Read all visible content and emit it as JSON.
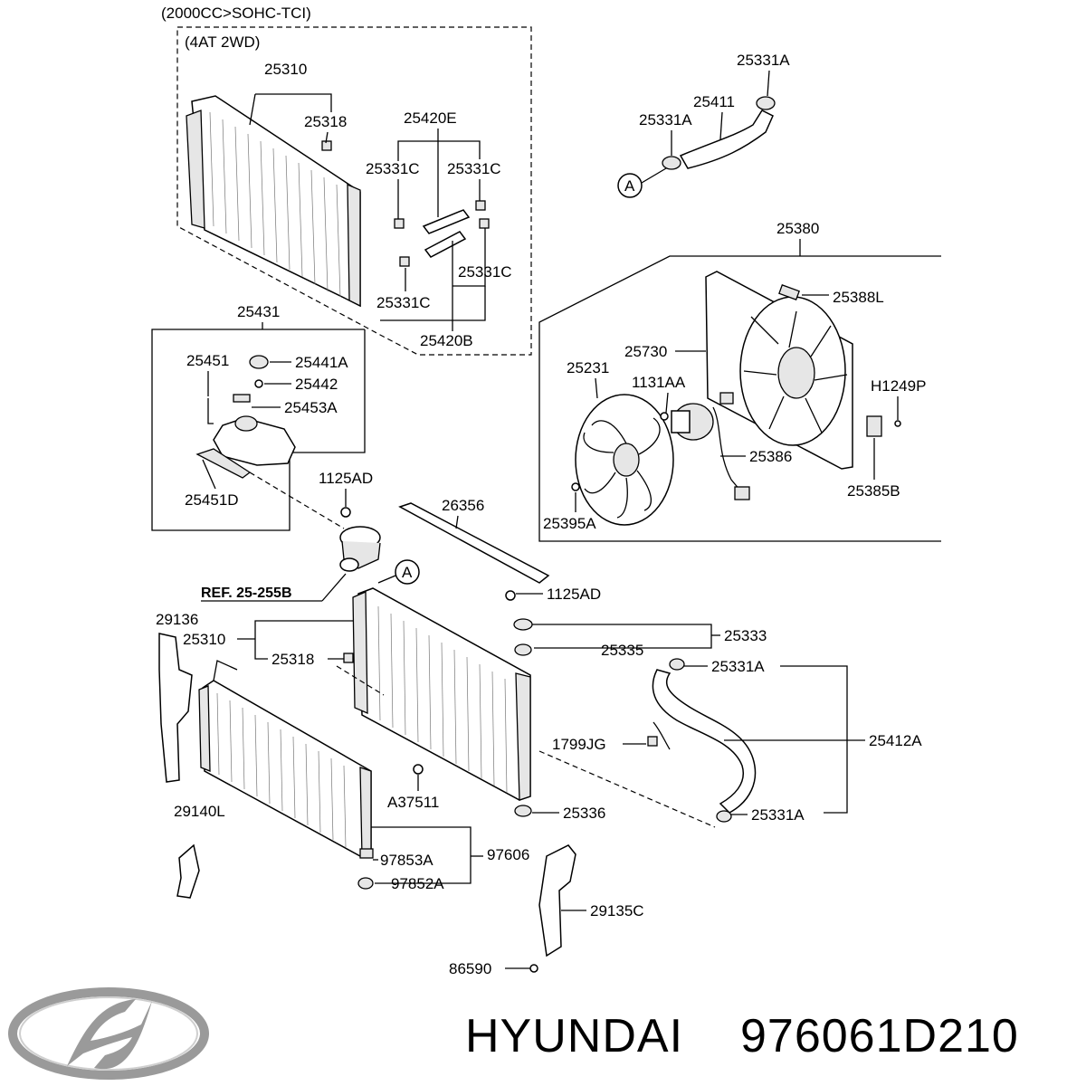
{
  "headers": {
    "engine": "(2000CC>SOHC-TCI)",
    "drive": "(4AT 2WD)"
  },
  "labels": {
    "inset_25310": "25310",
    "inset_25318": "25318",
    "inset_25420E": "25420E",
    "inset_25331C_a": "25331C",
    "inset_25331C_b": "25331C",
    "inset_25331C_c": "25331C",
    "inset_25331C_d": "25331C",
    "inset_25420B": "25420B",
    "top_25331A_a": "25331A",
    "top_25411": "25411",
    "top_25331A_b": "25331A",
    "fan_25380": "25380",
    "fan_25388L": "25388L",
    "fan_25730": "25730",
    "fan_25231": "25231",
    "fan_1131AA": "1131AA",
    "fan_H1249P": "H1249P",
    "fan_25386": "25386",
    "fan_25385B": "25385B",
    "fan_25395A": "25395A",
    "res_25431": "25431",
    "res_25451": "25451",
    "res_25441A": "25441A",
    "res_25442": "25442",
    "res_25453A": "25453A",
    "res_25451D": "25451D",
    "main_1125AD_a": "1125AD",
    "main_26356": "26356",
    "main_ref": "REF. 25-255B",
    "main_1125AD_b": "1125AD",
    "main_25333": "25333",
    "main_25335": "25335",
    "main_25331A_a": "25331A",
    "main_29136": "29136",
    "main_25310": "25310",
    "main_25318": "25318",
    "main_25412A": "25412A",
    "main_1799JG": "1799JG",
    "main_A37511": "A37511",
    "main_25336": "25336",
    "main_25331A_b": "25331A",
    "main_29140L": "29140L",
    "main_97853A": "97853A",
    "main_97606": "97606",
    "main_97852A": "97852A",
    "main_29135C": "29135C",
    "main_86590": "86590",
    "ref_marker_a": "A",
    "ref_marker_b": "A"
  },
  "footer": {
    "brand": "HYUNDAI",
    "part_number": "976061D210"
  },
  "logo": {
    "name": "hyundai-logo-icon",
    "color": "#9a9a9a"
  }
}
